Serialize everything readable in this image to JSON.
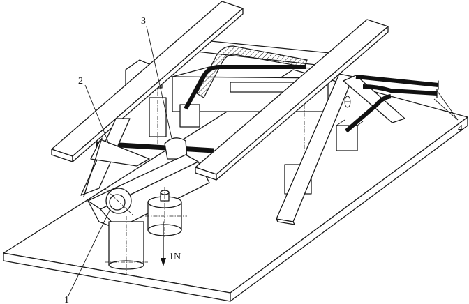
{
  "figure": {
    "callouts": [
      {
        "id": "c1",
        "text": "1"
      },
      {
        "id": "c2",
        "text": "2"
      },
      {
        "id": "c3",
        "text": "3"
      },
      {
        "id": "c4",
        "text": "4"
      }
    ],
    "force_label": "1N"
  },
  "colors": {
    "line": "#1a1a1a",
    "cable": "#111111",
    "background": "#ffffff"
  }
}
